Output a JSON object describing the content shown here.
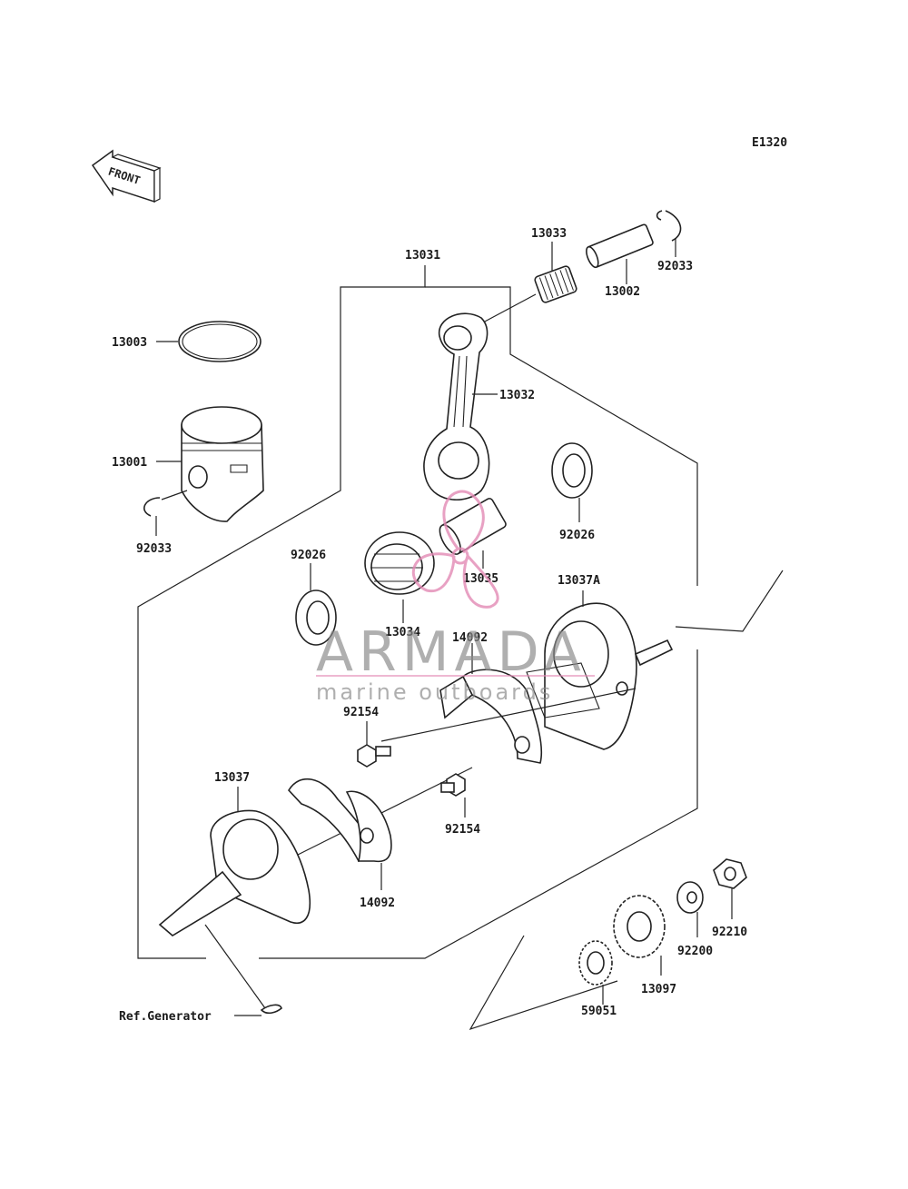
{
  "diagram_code": "E1320",
  "front_label": "FRONT",
  "ref_label": "Ref.Generator",
  "parts": {
    "p13031": "13031",
    "p13033": "13033",
    "p92033_top": "92033",
    "p13002": "13002",
    "p13003": "13003",
    "p13032": "13032",
    "p13001": "13001",
    "p92033_left": "92033",
    "p92026_right": "92026",
    "p13035": "13035",
    "p92026_left": "92026",
    "p13037A": "13037A",
    "p13034": "13034",
    "p14092_top": "14092",
    "p92154_top": "92154",
    "p13037": "13037",
    "p92154_bottom": "92154",
    "p14092_bottom": "14092",
    "p92210": "92210",
    "p92200": "92200",
    "p13097": "13097",
    "p59051": "59051"
  },
  "watermark": {
    "title": "ARMADA",
    "subtitle": "marine outboards",
    "color": "#e38ab5"
  }
}
